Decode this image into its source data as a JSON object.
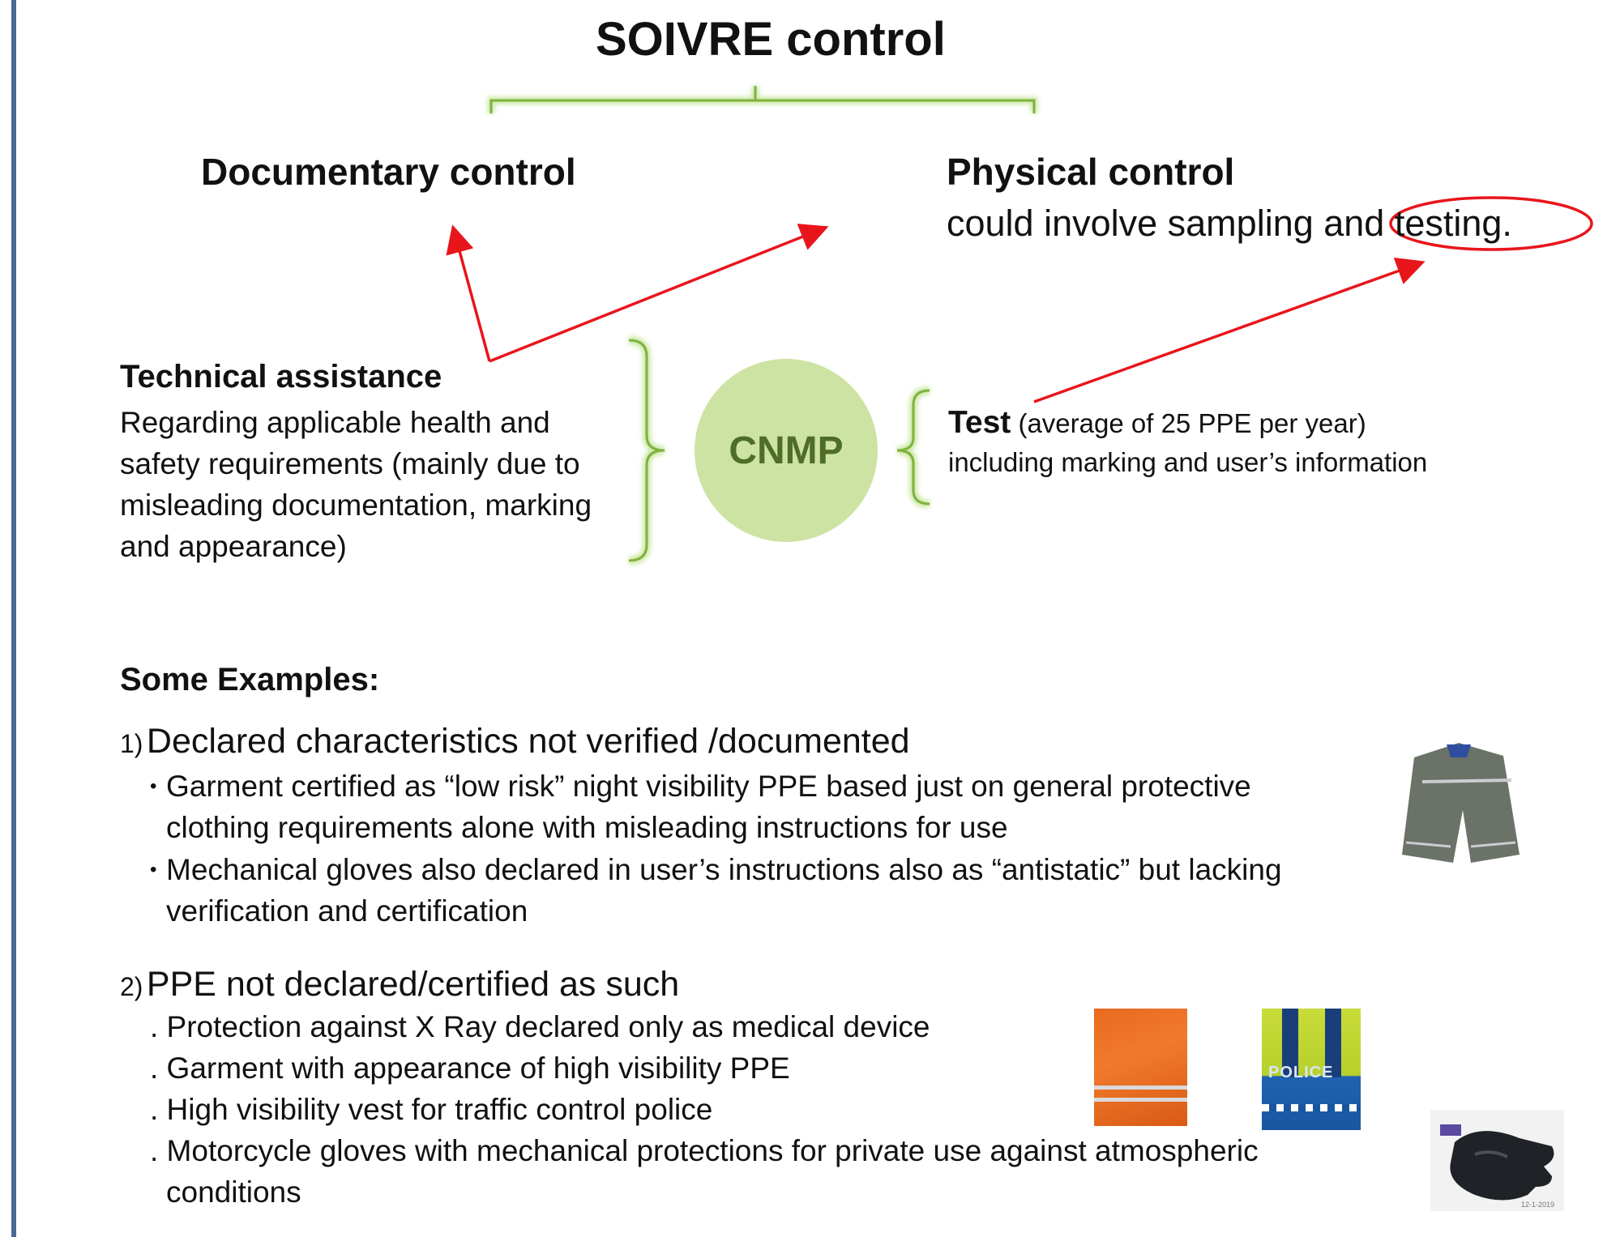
{
  "title": "SOIVRE control",
  "documentary": {
    "title": "Documentary control"
  },
  "physical": {
    "title": "Physical control",
    "subtitle": "could involve sampling and testing."
  },
  "technical": {
    "title": "Technical assistance",
    "lines": [
      "Regarding applicable health and",
      "safety requirements (mainly due to",
      "misleading documentation, marking",
      "and appearance)"
    ]
  },
  "cnmp": {
    "label": "CNMP"
  },
  "test": {
    "label": "Test",
    "detail": "(average of 25 PPE per year)",
    "line2": "including marking and user’s information"
  },
  "examples": {
    "title": "Some Examples:",
    "ex1": {
      "num": "1)",
      "heading": "Declared characteristics not verified /documented",
      "bullets": [
        {
          "line1": "Garment  certified as “low risk” night  visibility PPE based just on  general protective",
          "line2": "clothing requirements alone with misleading instructions for use"
        },
        {
          "line1": "Mechanical gloves also declared in  user’s instructions  also as “antistatic” but lacking",
          "line2": "verification and certification"
        }
      ]
    },
    "ex2": {
      "num": "2)",
      "heading": "PPE not declared/certified as such",
      "items": [
        ". Protection against X Ray declared only as medical device",
        ". Garment with appearance of high visibility PPE",
        ". High visibility vest for traffic control police",
        ". Motorcycle gloves with mechanical protections for private use against atmospheric"
      ],
      "item4_cont": "conditions"
    },
    "photos": {
      "vest_text": "POLICE",
      "gloves_tag": "12-1-2019"
    }
  },
  "colors": {
    "bracket": "#9ccc59",
    "circle": "#cde3a4",
    "arrow": "#e8151b",
    "border": "#4a6a93"
  }
}
